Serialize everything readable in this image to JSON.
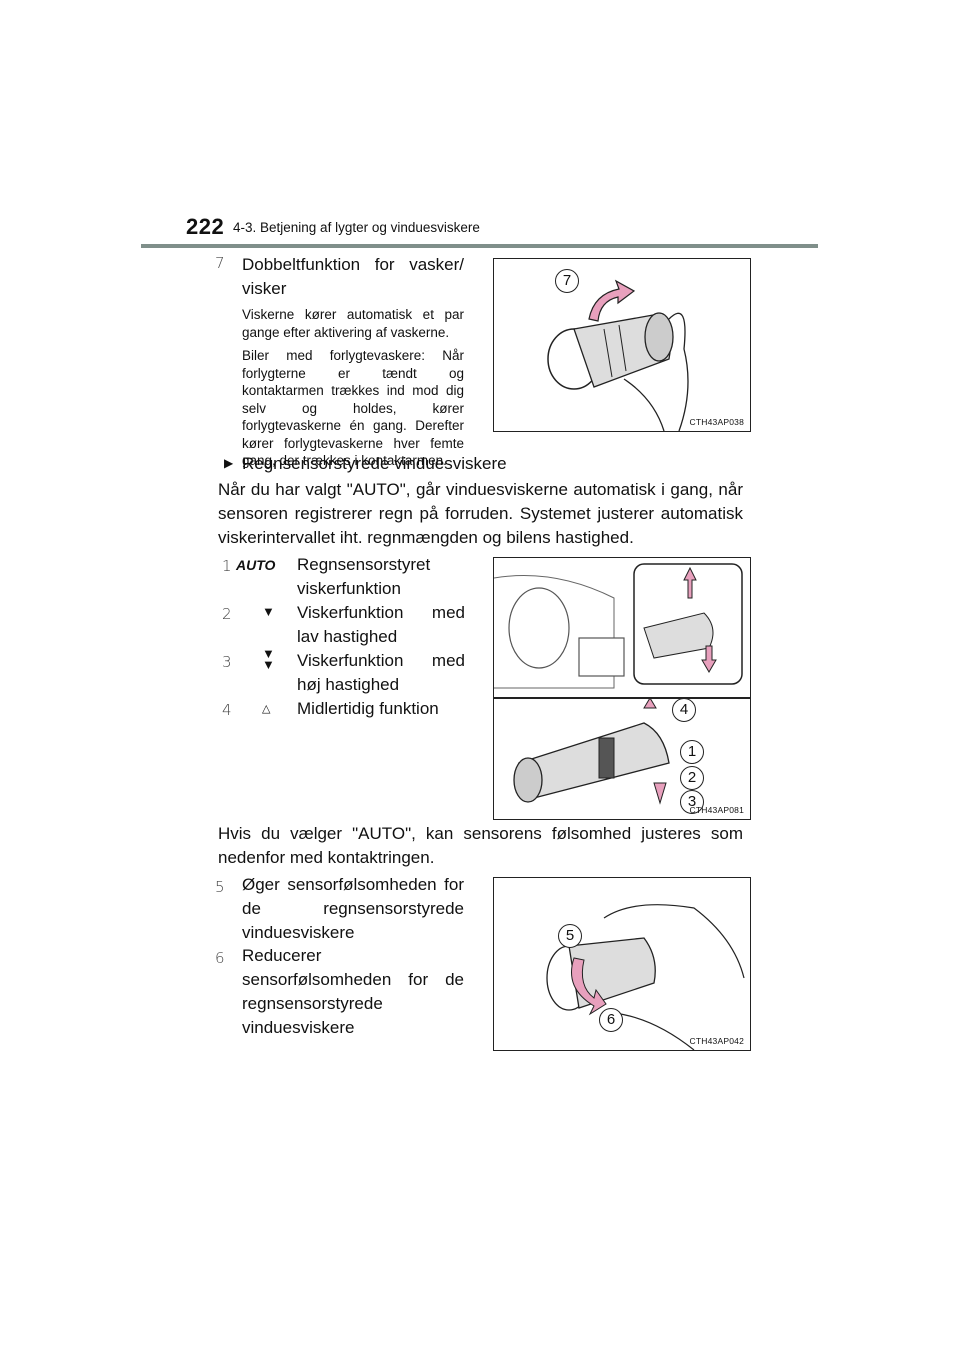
{
  "header": {
    "page_number": "222",
    "section_title": "4-3. Betjening af lygter og vinduesviskere"
  },
  "item7": {
    "number": "7",
    "title_line1": "Dobbeltfunktion for vasker/",
    "title_line2": "visker",
    "para1": "Viskerne kører automatisk et par gange efter aktivering af vaskerne.",
    "para2": "Biler med forlygtevaskere: Når forlygterne er tændt og kontaktarmen trækkes ind mod dig selv og holdes, kører forlygtevaskerne én gang. Derefter kører forlygtevaskerne hver femte gang, der trækkes i kontaktarmen.",
    "figure_code": "CTH43AP038",
    "callout": "7"
  },
  "rain": {
    "heading": "Regnsensorstyrede vinduesviskere",
    "intro": "Når du har valgt \"AUTO\", går vinduesviskerne automatisk i gang, når sensoren registrerer regn på forruden. Systemet justerer automatisk viskerintervallet iht. regnmængden og bilens hastighed.",
    "items": [
      {
        "number": "1",
        "symbol": "AUTO",
        "label": "Regnsensorstyret viskerfunktion"
      },
      {
        "number": "2",
        "symbol": "▼",
        "label": "Viskerfunktion med lav hastighed"
      },
      {
        "number": "3",
        "symbol": "▼▼",
        "label": "Viskerfunktion med høj hastighed"
      },
      {
        "number": "4",
        "symbol": "△",
        "label": "Midlertidig funktion"
      }
    ],
    "figure_code": "CTH43AP081",
    "callouts": [
      "4",
      "1",
      "2",
      "3"
    ],
    "sensitivity_text": "Hvis du vælger \"AUTO\", kan sensorens følsomhed justeres som nedenfor med kontaktringen.",
    "item5": {
      "number": "5",
      "label": "Øger sensorfølsomheden for de regnsensorstyrede vinduesviskere"
    },
    "item6": {
      "number": "6",
      "label": "Reducerer sensorfølsomheden for de regnsensorstyrede vinduesviskere"
    },
    "figure2_code": "CTH43AP042",
    "figure2_callouts": [
      "5",
      "6"
    ]
  },
  "colors": {
    "rule": "#7f8f8a",
    "arrow": "#e8a0bd"
  }
}
